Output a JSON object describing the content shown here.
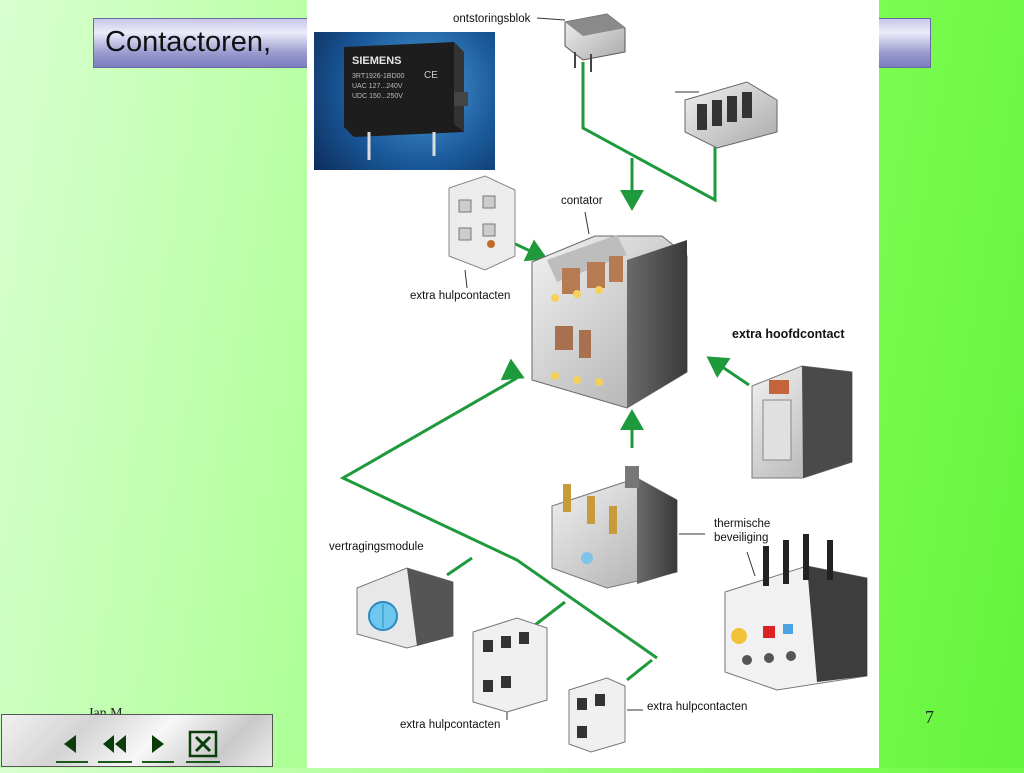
{
  "slide": {
    "title": "Contactoren,",
    "author": "Jan M",
    "page_number": "7"
  },
  "diagram": {
    "labels": {
      "ontstoringsblok": "ontstoringsblok",
      "contator": "contator",
      "extra_hulpcontacten_top": "extra hulpcontacten",
      "extra_hoofdcontact": "extra hoofdcontact",
      "thermische_beveiliging_1": "thermische",
      "thermische_beveiliging_2": "beveiliging",
      "vertragingsmodule": "vertragingsmodule",
      "extra_hulpcontacten_bottom_left": "extra hulpcontacten",
      "extra_hulpcontacten_bottom_right": "extra hulpcontacten"
    },
    "photo_text": {
      "brand": "SIEMENS",
      "line1": "3RT1926-1BD00",
      "line2": "UAC 127...240V",
      "line3": "UDC 150...250V"
    },
    "arrow_color": "#1e9a3c"
  },
  "navigation": {
    "buttons": [
      "previous-icon",
      "first-icon",
      "next-icon",
      "close-icon"
    ]
  }
}
